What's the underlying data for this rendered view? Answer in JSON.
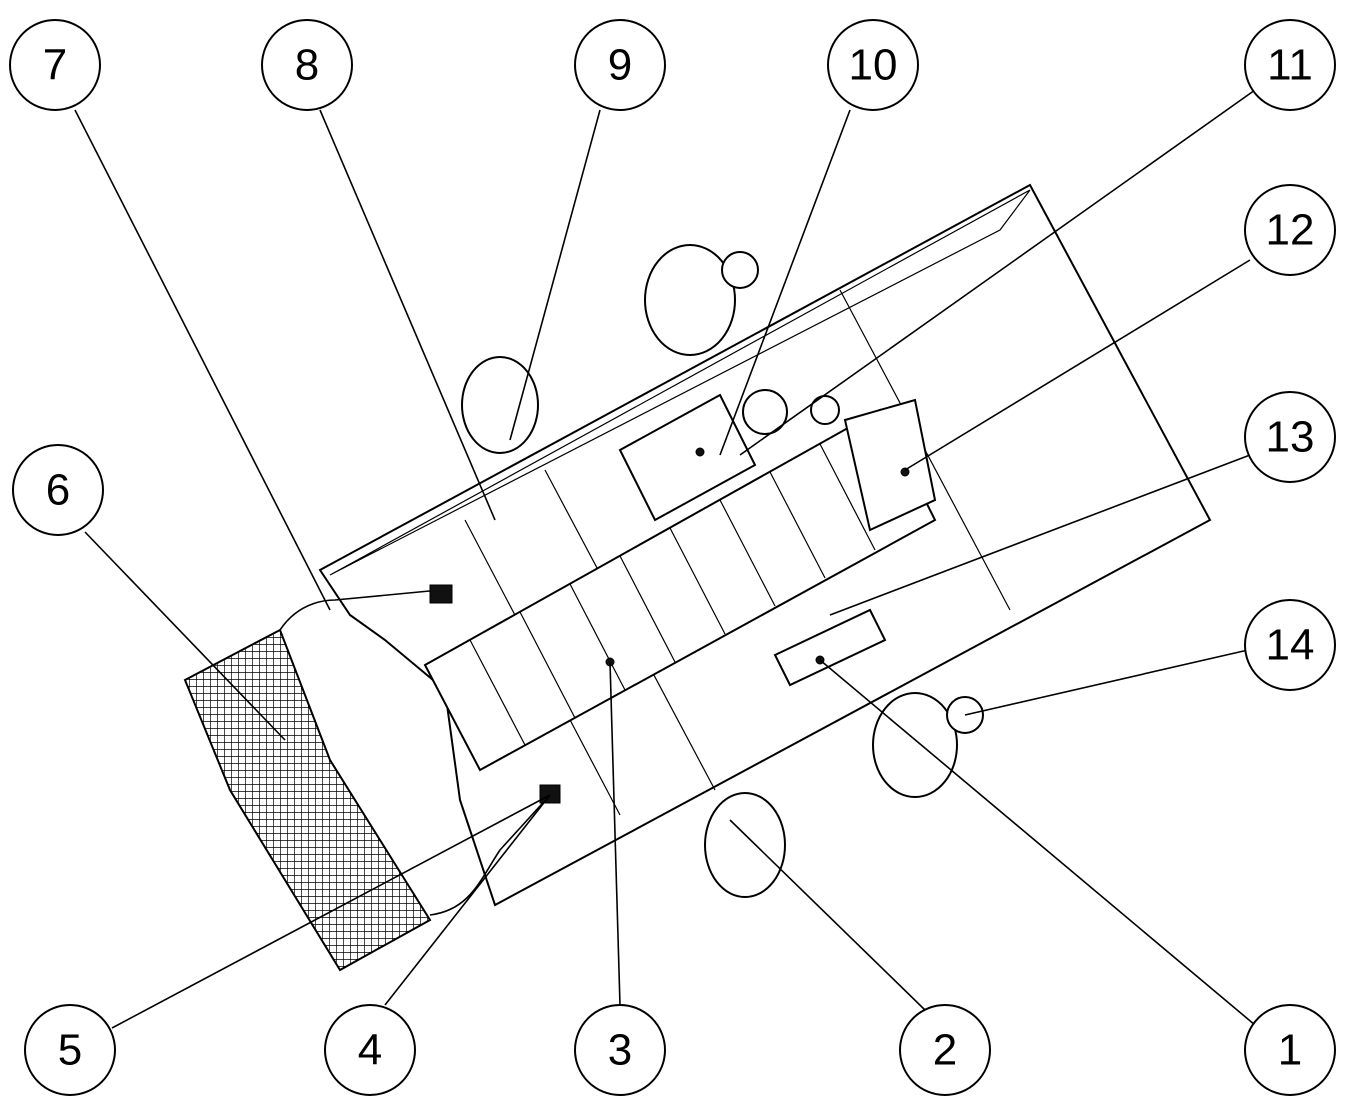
{
  "title": "Patent drawing of a tracked machine with numbered part callouts",
  "callouts": [
    "1",
    "2",
    "3",
    "4",
    "5",
    "6",
    "7",
    "8",
    "9",
    "10",
    "11",
    "12",
    "13",
    "14"
  ]
}
